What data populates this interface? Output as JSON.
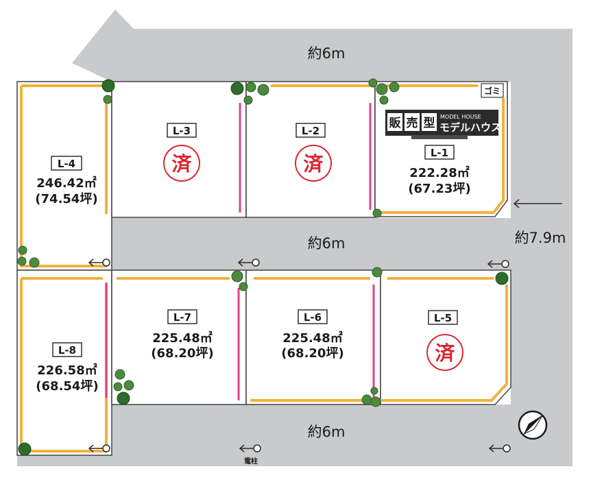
{
  "roads": {
    "top": "約6m",
    "middle": "約6m",
    "bottom": "約6m",
    "right": "約7.9m"
  },
  "lots": [
    {
      "id": "L-1",
      "area": "222.28㎡",
      "tsubo": "(67.23坪)",
      "sold": false
    },
    {
      "id": "L-2",
      "area": "",
      "tsubo": "",
      "sold": true
    },
    {
      "id": "L-3",
      "area": "",
      "tsubo": "",
      "sold": true
    },
    {
      "id": "L-4",
      "area": "246.42㎡",
      "tsubo": "(74.54坪)",
      "sold": false
    },
    {
      "id": "L-5",
      "area": "",
      "tsubo": "",
      "sold": true
    },
    {
      "id": "L-6",
      "area": "225.48㎡",
      "tsubo": "(68.20坪)",
      "sold": false
    },
    {
      "id": "L-7",
      "area": "225.48㎡",
      "tsubo": "(68.20坪)",
      "sold": false
    },
    {
      "id": "L-8",
      "area": "226.58㎡",
      "tsubo": "(68.54坪)",
      "sold": false
    }
  ],
  "sold_mark": "済",
  "model_house": {
    "chars": [
      "販",
      "売",
      "型"
    ],
    "english": "MODEL HOUSE",
    "japanese": "モデルハウス"
  },
  "garbage_label": "ゴミ",
  "pole_label": "電柱",
  "colors": {
    "road": "#c9cacb",
    "boundary_line": "#f3b13a",
    "fence_line": "#e0428c",
    "sold_red": "#d9272e",
    "tree_green": "#4c8a3e"
  },
  "icons": [
    "entrance-arrow-icon",
    "compass-icon",
    "tree-icon"
  ]
}
